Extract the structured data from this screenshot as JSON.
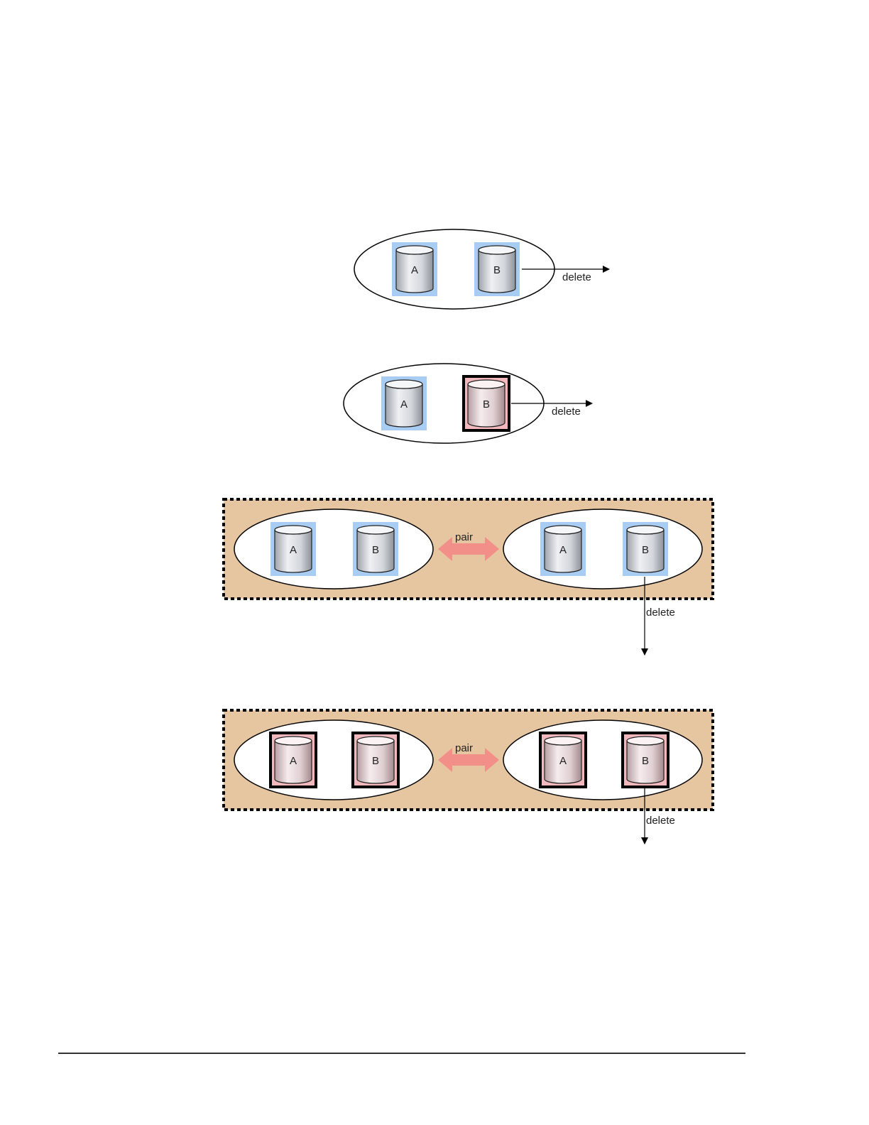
{
  "colors": {
    "state_ok": "#a9cdf2",
    "state_blocked": "#f3b8bd",
    "group_fill": "#e6c6a0",
    "pair_arrow": "#f28f89",
    "cylinder_normal": "#d8dade",
    "cylinder_blocked": "#e2d2d4",
    "line": "#000000"
  },
  "arrow_label": "delete",
  "pair_label": "pair",
  "scenarios": [
    {
      "id": "group-unpaired",
      "volumes": [
        {
          "label": "A",
          "state": "normal"
        },
        {
          "label": "B",
          "state": "normal"
        }
      ],
      "delete_target": "B"
    },
    {
      "id": "group-unpaired-after",
      "volumes": [
        {
          "label": "A",
          "state": "normal"
        },
        {
          "label": "B",
          "state": "blocked"
        }
      ],
      "delete_target": "B"
    },
    {
      "id": "paired-groups",
      "left": [
        {
          "label": "A",
          "state": "normal"
        },
        {
          "label": "B",
          "state": "normal"
        }
      ],
      "right": [
        {
          "label": "A",
          "state": "normal"
        },
        {
          "label": "B",
          "state": "normal"
        }
      ],
      "delete_target": "right-B"
    },
    {
      "id": "paired-groups-after",
      "left": [
        {
          "label": "A",
          "state": "blocked"
        },
        {
          "label": "B",
          "state": "blocked"
        }
      ],
      "right": [
        {
          "label": "A",
          "state": "blocked"
        },
        {
          "label": "B",
          "state": "blocked"
        }
      ],
      "delete_target": "right-B"
    }
  ]
}
